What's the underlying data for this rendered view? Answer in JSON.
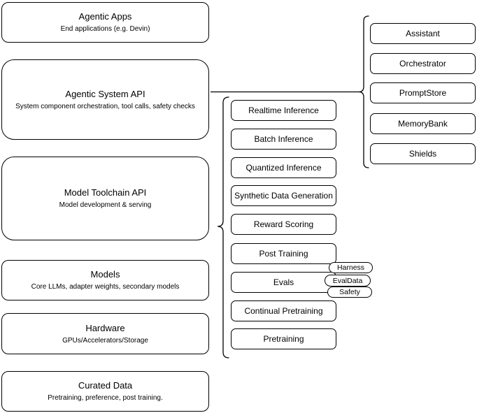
{
  "diagram": {
    "left_column": {
      "boxes": [
        {
          "title": "Agentic Apps",
          "subtitle": "End applications (e.g. Devin)"
        },
        {
          "title": "Agentic System API",
          "subtitle": "System component orchestration, tool calls, safety checks"
        },
        {
          "title": "Model Toolchain API",
          "subtitle": "Model development & serving"
        },
        {
          "title": "Models",
          "subtitle": "Core LLMs, adapter weights, secondary models"
        },
        {
          "title": "Hardware",
          "subtitle": "GPUs/Accelerators/Storage"
        },
        {
          "title": "Curated Data",
          "subtitle": "Pretraining, preference, post training."
        }
      ]
    },
    "middle_column": {
      "items": [
        {
          "label": "Realtime Inference"
        },
        {
          "label": "Batch Inference"
        },
        {
          "label": "Quantized Inference"
        },
        {
          "label": "Synthetic Data Generation"
        },
        {
          "label": "Reward Scoring"
        },
        {
          "label": "Post Training"
        },
        {
          "label": "Evals"
        },
        {
          "label": "Continual Pretraining"
        },
        {
          "label": "Pretraining"
        }
      ],
      "evals_tags": [
        {
          "label": "Harness"
        },
        {
          "label": "EvalData"
        },
        {
          "label": "Safety"
        }
      ]
    },
    "right_column": {
      "items": [
        {
          "label": "Assistant"
        },
        {
          "label": "Orchestrator"
        },
        {
          "label": "PromptStore"
        },
        {
          "label": "MemoryBank"
        },
        {
          "label": "Shields"
        }
      ]
    },
    "colors": {
      "stroke": "#000000",
      "fill": "#ffffff",
      "background": "#ffffff",
      "text": "#000000"
    }
  }
}
